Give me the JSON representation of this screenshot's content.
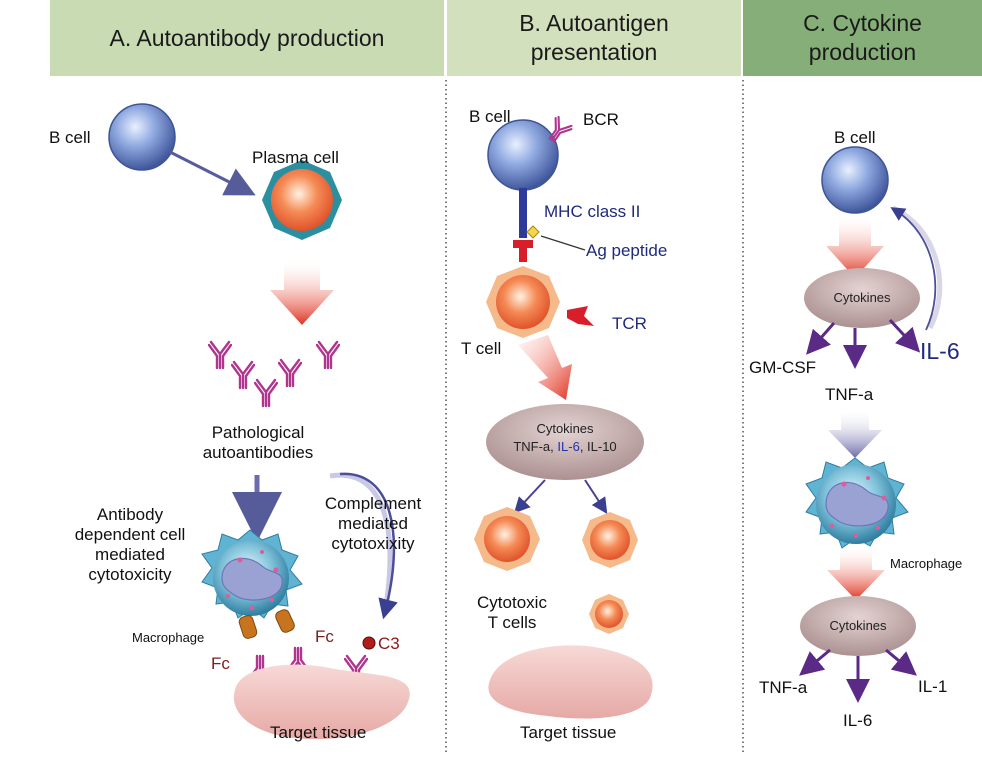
{
  "panels": {
    "a": {
      "title": "A. Autoantibody production",
      "b_cell": "B cell",
      "plasma_cell": "Plasma cell",
      "pathological_1": "Pathological",
      "pathological_2": "autoantibodies",
      "adcc_1": "Antibody",
      "adcc_2": "dependent cell",
      "adcc_3": "mediated",
      "adcc_4": "cytotoxicity",
      "cdc_1": "Complement",
      "cdc_2": "mediated",
      "cdc_3": "cytotoxixity",
      "macrophage": "Macrophage",
      "fc_right": "Fc",
      "fc_left": "Fc",
      "c3": "C3",
      "target_tissue": "Target tissue"
    },
    "b": {
      "title_1": "B. Autoantigen",
      "title_2": "presentation",
      "b_cell": "B cell",
      "bcr": "BCR",
      "mhc": "MHC class II",
      "ag_peptide": "Ag peptide",
      "tcr": "TCR",
      "t_cell": "T cell",
      "cytokines": "Cytokines",
      "cyt_tnf": "TNF-a,",
      "cyt_il6": "IL-6",
      "cyt_il10": ", IL-10",
      "cytotoxic_1": "Cytotoxic",
      "cytotoxic_2": "T cells",
      "target_tissue": "Target tissue"
    },
    "c": {
      "title_1": "C. Cytokine",
      "title_2": "production",
      "b_cell": "B cell",
      "cytokines_top": "Cytokines",
      "il6_top": "IL-6",
      "gmcsf": "GM-CSF",
      "tnfa_top": "TNF-a",
      "macrophage": "Macrophage",
      "cytokines_bottom": "Cytokines",
      "tnfa_bottom": "TNF-a",
      "il1": "IL-1",
      "il6_bottom": "IL-6"
    }
  },
  "colors": {
    "header_a": "#c9dbb3",
    "header_b": "#d3e0bd",
    "header_c": "#86ae78",
    "b_cell": "#6f8fcf",
    "plasma_outer": "#2b8fa0",
    "t_cell_rim": "#f6b98a",
    "cytokine_pill": "#b79f9f",
    "target_tissue": "#f2c9c6",
    "antibody": "#b0358f",
    "arrow_red": "#e23a2a",
    "arrow_purple": "#5a2a86"
  }
}
